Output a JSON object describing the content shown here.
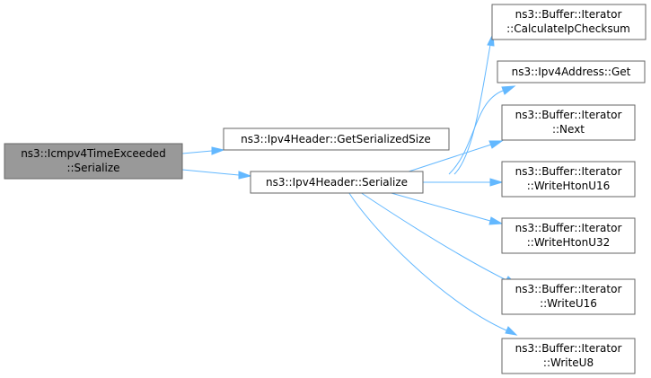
{
  "nodes": {
    "root": [
      "ns3::Icmpv4TimeExceeded",
      "::Serialize"
    ],
    "get_serialized_size": [
      "ns3::Ipv4Header::GetSerializedSize"
    ],
    "ipv4_serialize": [
      "ns3::Ipv4Header::Serialize"
    ],
    "calc_ip_checksum": [
      "ns3::Buffer::Iterator",
      "::CalculateIpChecksum"
    ],
    "ipv4_address_get": [
      "ns3::Ipv4Address::Get"
    ],
    "iterator_next": [
      "ns3::Buffer::Iterator",
      "::Next"
    ],
    "write_hton_u16": [
      "ns3::Buffer::Iterator",
      "::WriteHtonU16"
    ],
    "write_hton_u32": [
      "ns3::Buffer::Iterator",
      "::WriteHtonU32"
    ],
    "write_u16": [
      "ns3::Buffer::Iterator",
      "::WriteU16"
    ],
    "write_u8": [
      "ns3::Buffer::Iterator",
      "::WriteU8"
    ]
  },
  "edges": [
    [
      "root",
      "get_serialized_size"
    ],
    [
      "root",
      "ipv4_serialize"
    ],
    [
      "ipv4_serialize",
      "calc_ip_checksum"
    ],
    [
      "ipv4_serialize",
      "ipv4_address_get"
    ],
    [
      "ipv4_serialize",
      "iterator_next"
    ],
    [
      "ipv4_serialize",
      "write_hton_u16"
    ],
    [
      "ipv4_serialize",
      "write_hton_u32"
    ],
    [
      "ipv4_serialize",
      "write_u16"
    ],
    [
      "ipv4_serialize",
      "write_u8"
    ]
  ],
  "colors": {
    "root_fill": "#999999",
    "node_fill": "#ffffff",
    "node_border": "#666666",
    "edge": "#63b8ff"
  }
}
